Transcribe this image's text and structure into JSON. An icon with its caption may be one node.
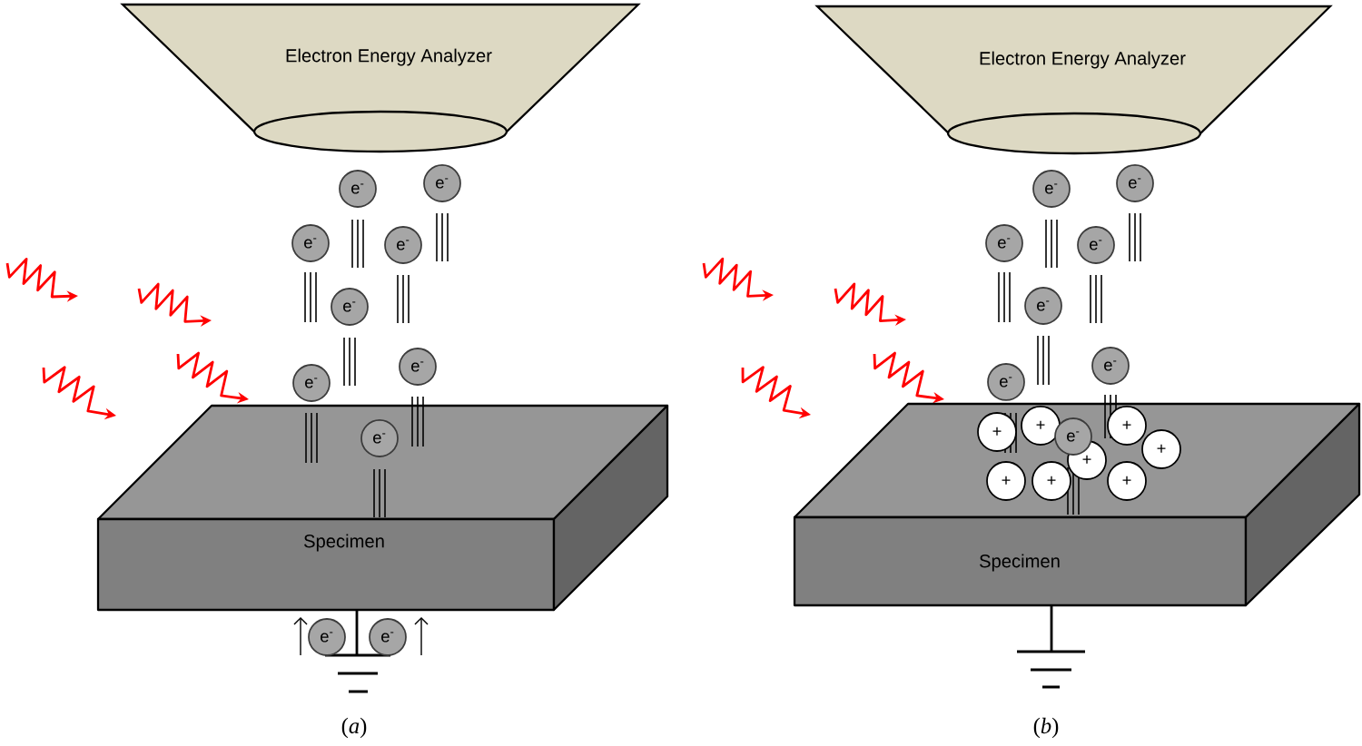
{
  "diagram": {
    "nodes": [
      {
        "text": [
          "Electron Energy Analyzer"
        ]
      },
      {
        "text": [
          "Specimen"
        ]
      },
      {
        "text": [
          "e$^{-}$"
        ]
      },
      {
        "text": [
          "e$^{-}$"
        ]
      },
      {
        "text": [
          "e$^{-}$"
        ]
      },
      {
        "text": [
          "e$^{-}$"
        ]
      },
      {
        "text": [
          "e$^{-}$"
        ]
      },
      {
        "text": [
          "e$^{-}$"
        ]
      },
      {
        "text": [
          "e$^{-}$"
        ]
      },
      {
        "text": [
          "e$^{-}$"
        ],
        "in": 1
      },
      {
        "text": [
          "e$^{-}$"
        ]
      },
      {
        "text": [
          "e$^{-}$"
        ]
      },
      {
        "text": [
          "Electron Energy Analyzer"
        ]
      },
      {
        "text": [
          "Specimen"
        ]
      },
      {
        "text": [
          "e$^{-}$"
        ]
      },
      {
        "text": [
          "e$^{-}$"
        ]
      },
      {
        "text": [
          "e$^{-}$"
        ]
      },
      {
        "text": [
          "e$^{-}$"
        ]
      },
      {
        "text": [
          "e$^{-}$"
        ]
      },
      {
        "text": [
          "e$^{-}$"
        ]
      },
      {
        "text": [
          "e$^{-}$"
        ]
      },
      {
        "text": [
          "+"
        ],
        "in": 13
      },
      {
        "text": [
          "+"
        ],
        "in": 13
      },
      {
        "text": [
          "+"
        ],
        "in": 13
      },
      {
        "text": [
          "+"
        ],
        "in": 13
      },
      {
        "text": [
          "+"
        ],
        "in": 13
      },
      {
        "text": [
          "+"
        ],
        "in": 13
      },
      {
        "text": [
          "+"
        ],
        "in": 13
      },
      {
        "text": [
          "e$^{-}$"
        ],
        "in": 13
      },
      {
        "text": [
          "+"
        ],
        "in": 13
      }
    ],
    "labels": [
      "(*a*)",
      "(*b*)"
    ]
  }
}
